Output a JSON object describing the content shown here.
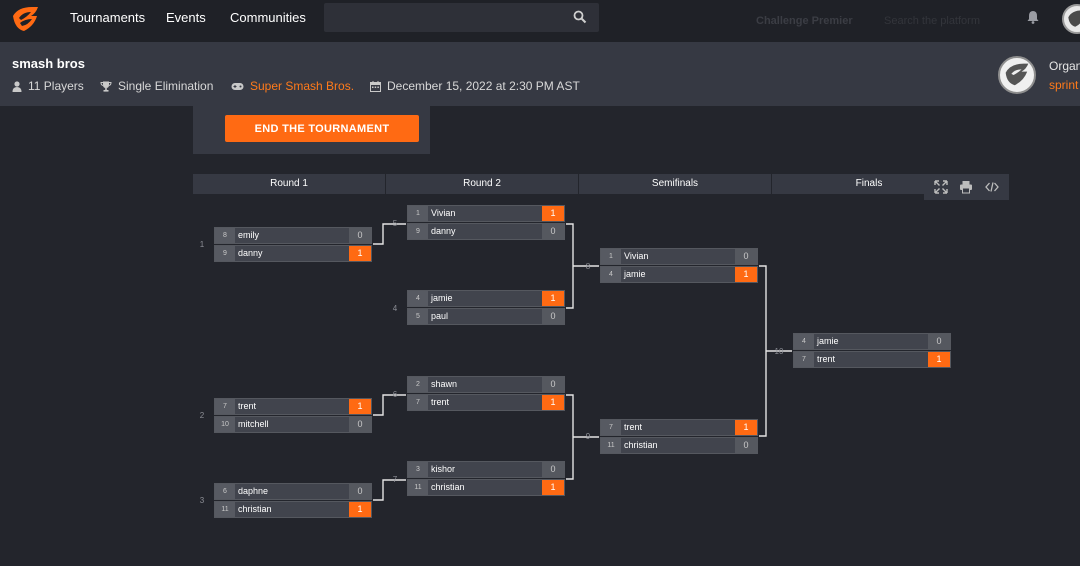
{
  "nav": {
    "links": [
      "Tournaments",
      "Events",
      "Communities"
    ],
    "faded_item": "Challenge Premier",
    "faded_sub": "Search the platform"
  },
  "header": {
    "title": "smash bros",
    "players": "11 Players",
    "format": "Single Elimination",
    "game": "Super Smash Bros.",
    "date": "December 15, 2022 at 2:30 PM AST",
    "org_label": "Organ",
    "org_name": "sprint"
  },
  "end_button": "END THE TOURNAMENT",
  "rounds": [
    "Round 1",
    "Round 2",
    "Semifinals",
    "Finals"
  ],
  "matches": [
    {
      "num": "1",
      "p": [
        {
          "seed": "8",
          "name": "emily",
          "score": "0",
          "win": false
        },
        {
          "seed": "9",
          "name": "danny",
          "score": "1",
          "win": true
        }
      ]
    },
    {
      "num": "2",
      "p": [
        {
          "seed": "7",
          "name": "trent",
          "score": "1",
          "win": true
        },
        {
          "seed": "10",
          "name": "mitchell",
          "score": "0",
          "win": false
        }
      ]
    },
    {
      "num": "3",
      "p": [
        {
          "seed": "6",
          "name": "daphne",
          "score": "0",
          "win": false
        },
        {
          "seed": "11",
          "name": "christian",
          "score": "1",
          "win": true
        }
      ]
    },
    {
      "num": "5",
      "p": [
        {
          "seed": "1",
          "name": "Vivian",
          "score": "1",
          "win": true
        },
        {
          "seed": "9",
          "name": "danny",
          "score": "0",
          "win": false
        }
      ]
    },
    {
      "num": "4",
      "p": [
        {
          "seed": "4",
          "name": "jamie",
          "score": "1",
          "win": true
        },
        {
          "seed": "5",
          "name": "paul",
          "score": "0",
          "win": false
        }
      ]
    },
    {
      "num": "6",
      "p": [
        {
          "seed": "2",
          "name": "shawn",
          "score": "0",
          "win": false
        },
        {
          "seed": "7",
          "name": "trent",
          "score": "1",
          "win": true
        }
      ]
    },
    {
      "num": "7",
      "p": [
        {
          "seed": "3",
          "name": "kishor",
          "score": "0",
          "win": false
        },
        {
          "seed": "11",
          "name": "christian",
          "score": "1",
          "win": true
        }
      ]
    },
    {
      "num": "8",
      "p": [
        {
          "seed": "1",
          "name": "Vivian",
          "score": "0",
          "win": false
        },
        {
          "seed": "4",
          "name": "jamie",
          "score": "1",
          "win": true
        }
      ]
    },
    {
      "num": "9",
      "p": [
        {
          "seed": "7",
          "name": "trent",
          "score": "1",
          "win": true
        },
        {
          "seed": "11",
          "name": "christian",
          "score": "0",
          "win": false
        }
      ]
    },
    {
      "num": "10",
      "p": [
        {
          "seed": "4",
          "name": "jamie",
          "score": "0",
          "win": false
        },
        {
          "seed": "7",
          "name": "trent",
          "score": "1",
          "win": true
        }
      ]
    }
  ],
  "colors": {
    "accent": "#ff6a13",
    "background": "#23252c",
    "panel": "#363943"
  }
}
